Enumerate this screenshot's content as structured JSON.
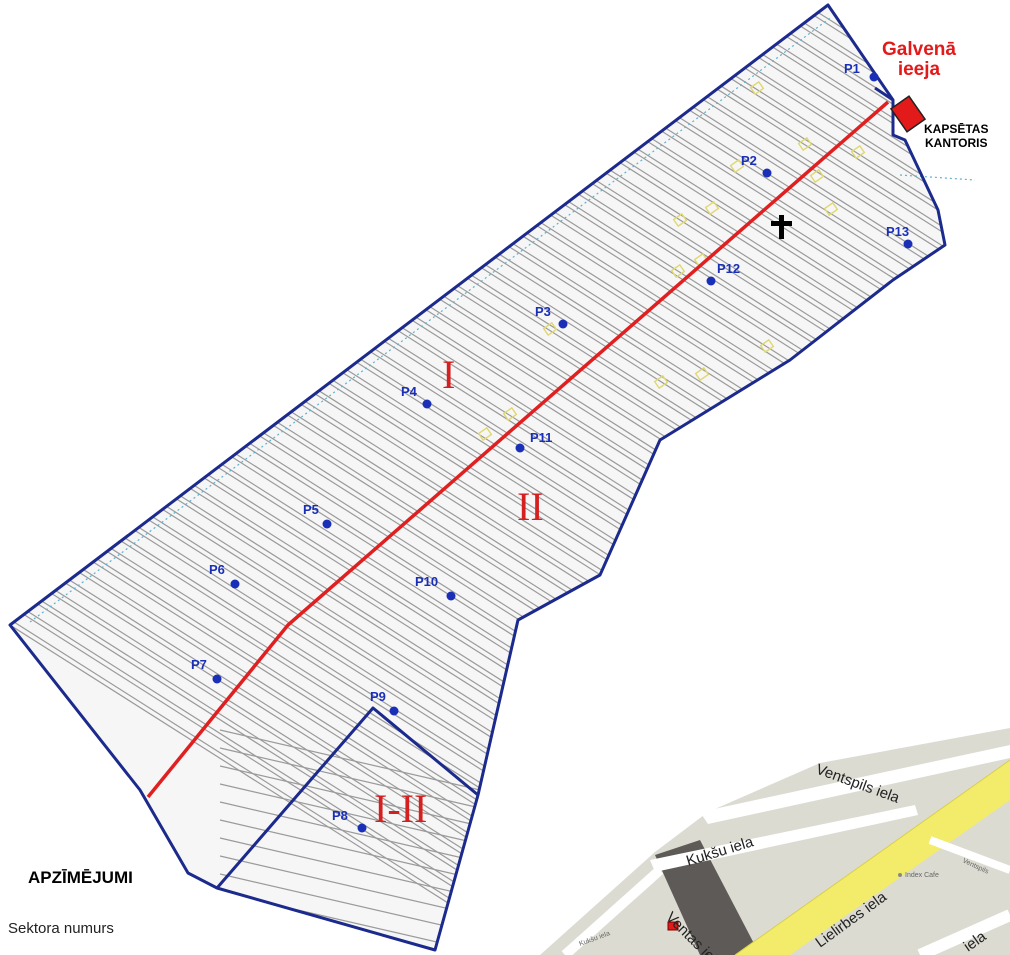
{
  "entrance": {
    "line1": "Galvenā",
    "line2": "ieeja"
  },
  "office": {
    "line1": "KAPSĒTAS",
    "line2": "KANTORIS"
  },
  "legend": {
    "title": "APZĪMĒJUMI",
    "sector_item": "Sektora numurs"
  },
  "sectors": [
    "I",
    "II",
    "I-II"
  ],
  "plots": [
    "P1",
    "P2",
    "P3",
    "P4",
    "P5",
    "P6",
    "P7",
    "P8",
    "P9",
    "P10",
    "P11",
    "P12",
    "P13"
  ],
  "streets": {
    "ventspils": "Ventspils iela",
    "kuksu": "Kukšu iela",
    "lielirbes": "Lielirbes iela",
    "ventas": "Ventas iela",
    "iela": "iela",
    "index_cafe": "Index Cafe",
    "kuksu_small": "Kukšu iela",
    "ventspils_small": "Ventspils"
  },
  "colors": {
    "boundary": "#1b2a8c",
    "main_path": "#e02020",
    "plot_marker": "#1a2fb8",
    "sector_label": "#d42020",
    "office_fill": "#e21a1a",
    "road_yellow": "#f3ec6a",
    "map_ground": "#dcdbd2"
  },
  "icons": {
    "chapel": "cross-icon"
  }
}
